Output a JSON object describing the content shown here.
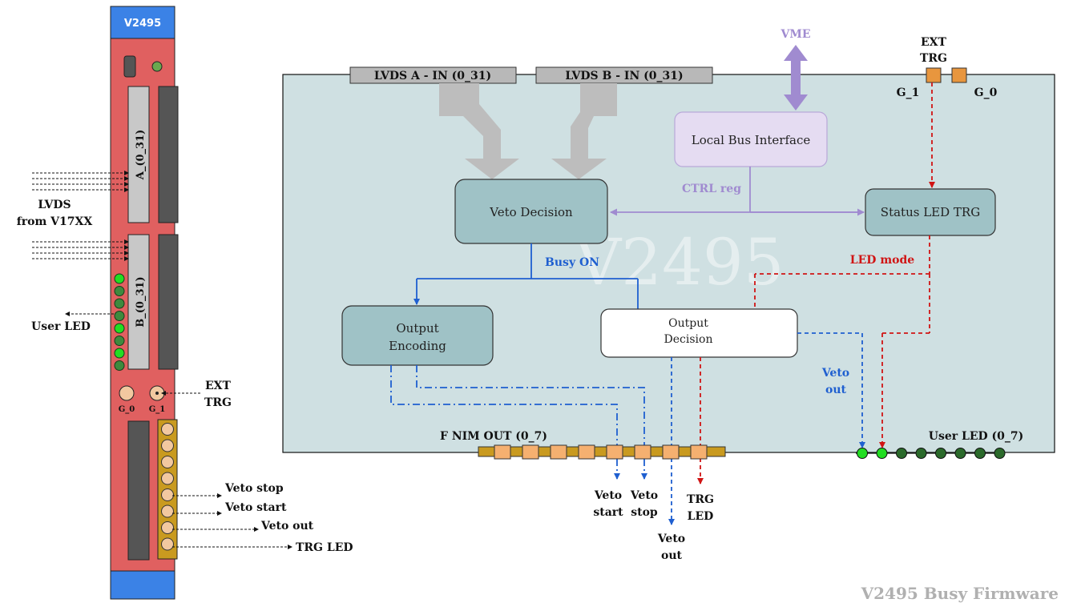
{
  "module": {
    "name": "V2495",
    "port_a": "A_(0_31)",
    "port_b": "B_(0_31)",
    "lemo_g0": "G_0",
    "lemo_g1": "G_1",
    "lvds_label_1": "LVDS",
    "lvds_label_2": "from V17XX",
    "user_led_label": "User LED",
    "ext_trg_1": "EXT",
    "ext_trg_2": "TRG",
    "out_labels": [
      "Veto stop",
      "Veto start",
      "Veto out",
      "TRG LED"
    ],
    "led_states": [
      "on",
      "off",
      "off",
      "off",
      "on",
      "off",
      "on",
      "off"
    ]
  },
  "diagram": {
    "watermark": "V2495",
    "lvds_a": "LVDS A - IN (0_31)",
    "lvds_b": "LVDS B - IN (0_31)",
    "vme": "VME",
    "ext_trg_1": "EXT",
    "ext_trg_2": "TRG",
    "g1": "G_1",
    "g0": "G_0",
    "local_bus": "Local Bus Interface",
    "ctrl_reg": "CTRL reg",
    "veto_decision": "Veto Decision",
    "status_led": "Status LED TRG",
    "busy_on": "Busy ON",
    "led_mode": "LED mode",
    "output_encoding_1": "Output",
    "output_encoding_2": "Encoding",
    "output_decision_1": "Output",
    "output_decision_2": "Decision",
    "veto_out_1": "Veto",
    "veto_out_2": "out",
    "fnim_out": "F NIM OUT (0_7)",
    "user_led_out": "User LED (0_7)",
    "bottom_labels": {
      "veto_start_1": "Veto",
      "veto_start_2": "start",
      "veto_stop_1": "Veto",
      "veto_stop_2": "stop",
      "trg_led_1": "TRG",
      "trg_led_2": "LED",
      "veto_out_1": "Veto",
      "veto_out_2": "out"
    },
    "user_led_states": [
      "on",
      "on",
      "off",
      "off",
      "off",
      "off",
      "off",
      "off"
    ]
  },
  "footer": {
    "title": "V2495 Busy Firmware"
  },
  "colors": {
    "panel_red": "#e06060",
    "panel_blue": "#3b82e6",
    "board_bg": "#cfe0e2",
    "block_teal": "#9fc2c6",
    "block_purple": "#e5dcf2",
    "arrow_purple": "#a08bd0",
    "arrow_gray": "#bdbdbd",
    "signal_blue": "#1f5fd0",
    "signal_red": "#d01414",
    "led_green": "#22dd22",
    "led_dark": "#2b6a2b",
    "gold": "#c99a1f",
    "lemo": "#f2c8a0"
  }
}
